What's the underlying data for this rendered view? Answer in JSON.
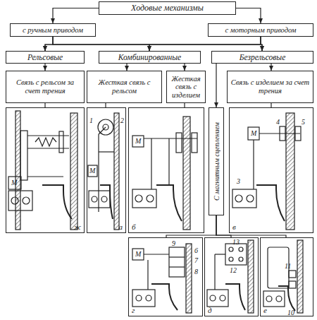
{
  "diagram": {
    "nodes": [
      {
        "text": [
          "Ходовые механизмы"
        ]
      },
      {
        "text": [
          "с ручным приводом"
        ]
      },
      {
        "text": [
          "с моторным приводом"
        ]
      },
      {
        "text": [
          "Рельсовые"
        ]
      },
      {
        "text": [
          "Комбинированные"
        ]
      },
      {
        "text": [
          "Безрельсовые"
        ]
      },
      {
        "text": [
          "Связь с рельсом за счет трения"
        ]
      },
      {
        "text": [
          "Жесткая связь с рельсом"
        ]
      },
      {
        "text": [
          "Жесткая связь с изделием"
        ]
      },
      {
        "text": [
          "Связь с изделием за счет трения"
        ]
      },
      {
        "text": [
          "С магнитным сцеплением"
        ]
      },
      {
        "text": [
          "ж"
        ]
      },
      {
        "text": [
          "а"
        ]
      },
      {
        "text": [
          "б"
        ]
      },
      {
        "text": [
          "в"
        ]
      },
      {
        "text": [
          "г"
        ]
      },
      {
        "text": [
          "д"
        ]
      },
      {
        "text": [
          "е"
        ]
      }
    ],
    "edges": [
      {
        "from": 0,
        "to": 1,
        "arrow": "to"
      },
      {
        "from": 0,
        "to": 2,
        "arrow": "to"
      },
      {
        "from": 1,
        "to": 3,
        "arrow": "to"
      },
      {
        "from": 1,
        "to": 4,
        "arrow": "to"
      },
      {
        "from": 1,
        "to": 5,
        "arrow": "to"
      },
      {
        "from": 2,
        "to": 3,
        "arrow": "to"
      },
      {
        "from": 2,
        "to": 4,
        "arrow": "to"
      },
      {
        "from": 2,
        "to": 5,
        "arrow": "to"
      },
      {
        "from": 3,
        "to": 6,
        "arrow": "to"
      },
      {
        "from": 4,
        "to": 7,
        "arrow": "to"
      },
      {
        "from": 4,
        "to": 8,
        "arrow": "to"
      },
      {
        "from": 5,
        "to": 9,
        "arrow": "to"
      },
      {
        "from": 5,
        "to": 10,
        "arrow": "to"
      },
      {
        "from": 6,
        "to": 11,
        "arrow": "none"
      },
      {
        "from": 7,
        "to": 12,
        "arrow": "none"
      },
      {
        "from": 8,
        "to": 13,
        "arrow": "none"
      },
      {
        "from": 9,
        "to": 14,
        "arrow": "none"
      },
      {
        "from": 10,
        "to": 15,
        "arrow": "none"
      },
      {
        "from": 10,
        "to": 16,
        "arrow": "none"
      },
      {
        "from": 10,
        "to": 17,
        "arrow": "none"
      }
    ],
    "labels": [
      "М",
      "1",
      "2",
      "М",
      "М",
      "М",
      "4",
      "5",
      "3",
      "М",
      "9",
      "6",
      "7",
      "8",
      "13",
      "12",
      "11",
      "10"
    ]
  }
}
